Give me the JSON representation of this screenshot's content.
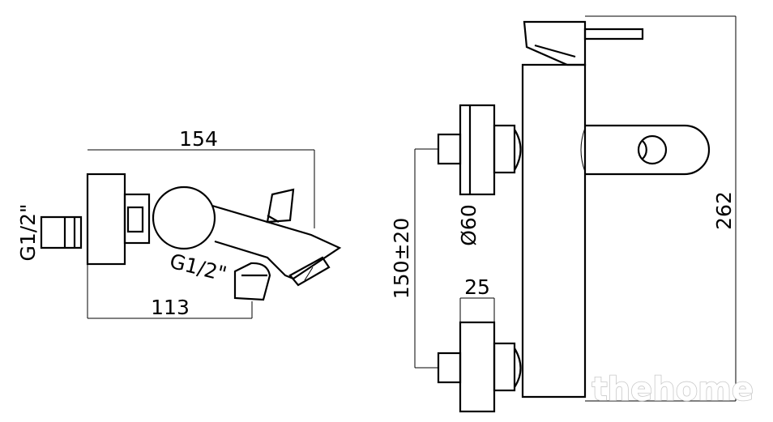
{
  "dimensions": {
    "width_total": "154",
    "inlet_offset": "113",
    "thread_inlet": "G1/2\"",
    "thread_outlet": "G1/2\"",
    "center_distance": "150±20",
    "flange_diameter": "Ø60",
    "inlet_depth": "25",
    "height": "262"
  },
  "watermark": "thehome",
  "colors": {
    "line": "#000000",
    "background": "#ffffff",
    "watermark_stroke": "#c9c9c9"
  }
}
